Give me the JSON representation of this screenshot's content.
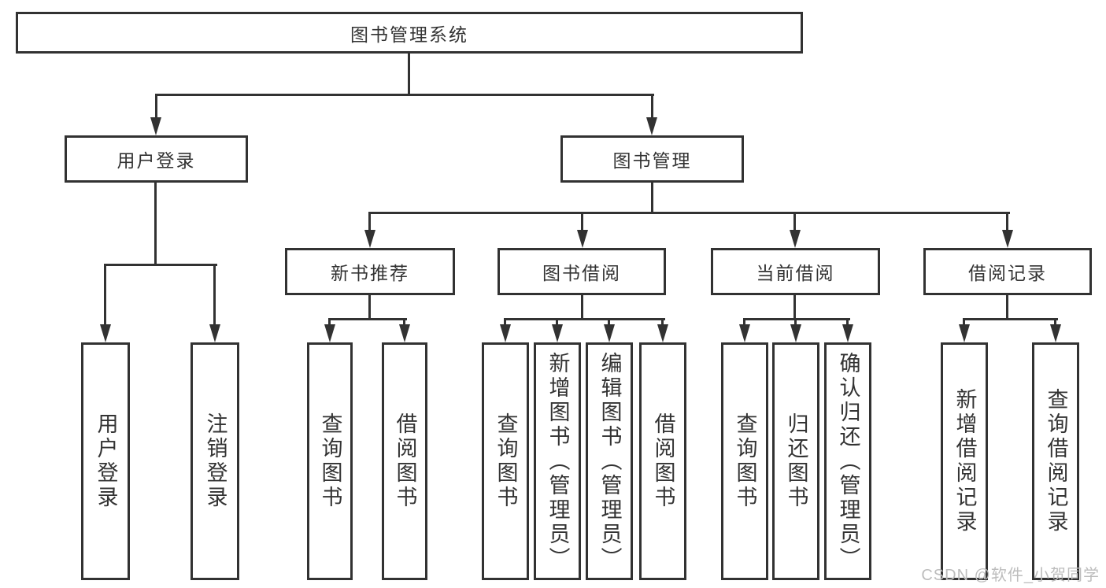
{
  "diagram": {
    "title": "图书管理系统",
    "children": [
      {
        "label": "用户登录",
        "children": [
          "用户登录",
          "注销登录"
        ]
      },
      {
        "label": "图书管理",
        "children": [
          {
            "label": "新书推荐",
            "children": [
              "查询图书",
              "借阅图书"
            ]
          },
          {
            "label": "图书借阅",
            "children": [
              "查询图书",
              "新增图书（管理员）",
              "编辑图书（管理员）",
              "借阅图书"
            ]
          },
          {
            "label": "当前借阅",
            "children": [
              "查询图书",
              "归还图书",
              "确认归还（管理员）"
            ]
          },
          {
            "label": "借阅记录",
            "children": [
              "新增借阅记录",
              "查询借阅记录"
            ]
          }
        ]
      }
    ]
  },
  "watermark": "CSDN @软件_小贺同学",
  "colors": {
    "line": "#323232",
    "background": "#ffffff",
    "watermark": "#bdbdbd"
  }
}
